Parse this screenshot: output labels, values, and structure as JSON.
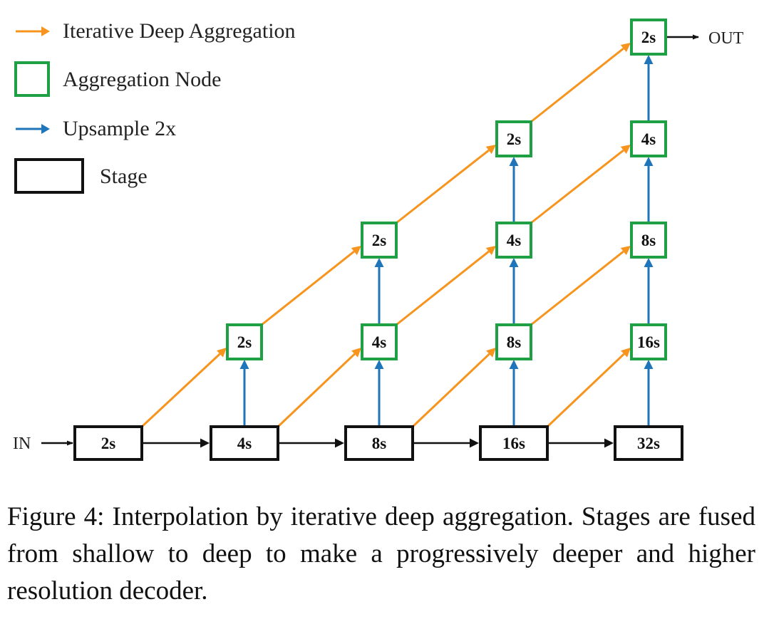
{
  "legend": {
    "ida_label": "Iterative Deep Aggregation",
    "agg_node_label": "Aggregation Node",
    "upsample_label": "Upsample 2x",
    "stage_label": "Stage"
  },
  "colors": {
    "ida_arrow": "#f7941d",
    "agg_node": "#1fa045",
    "upsample_arrow": "#1f75b9",
    "stage": "#111111"
  },
  "io": {
    "in_label": "IN",
    "out_label": "OUT"
  },
  "stages": [
    "2s",
    "4s",
    "8s",
    "16s",
    "32s"
  ],
  "aggregation_rows": [
    [
      "2s",
      "4s",
      "8s",
      "16s"
    ],
    [
      "2s",
      "4s",
      "8s"
    ],
    [
      "2s",
      "4s"
    ],
    [
      "2s"
    ]
  ],
  "caption": "Figure 4: Interpolation by iterative deep aggregation. Stages are fused from shallow to deep to make a progressively deeper and higher resolution decoder."
}
